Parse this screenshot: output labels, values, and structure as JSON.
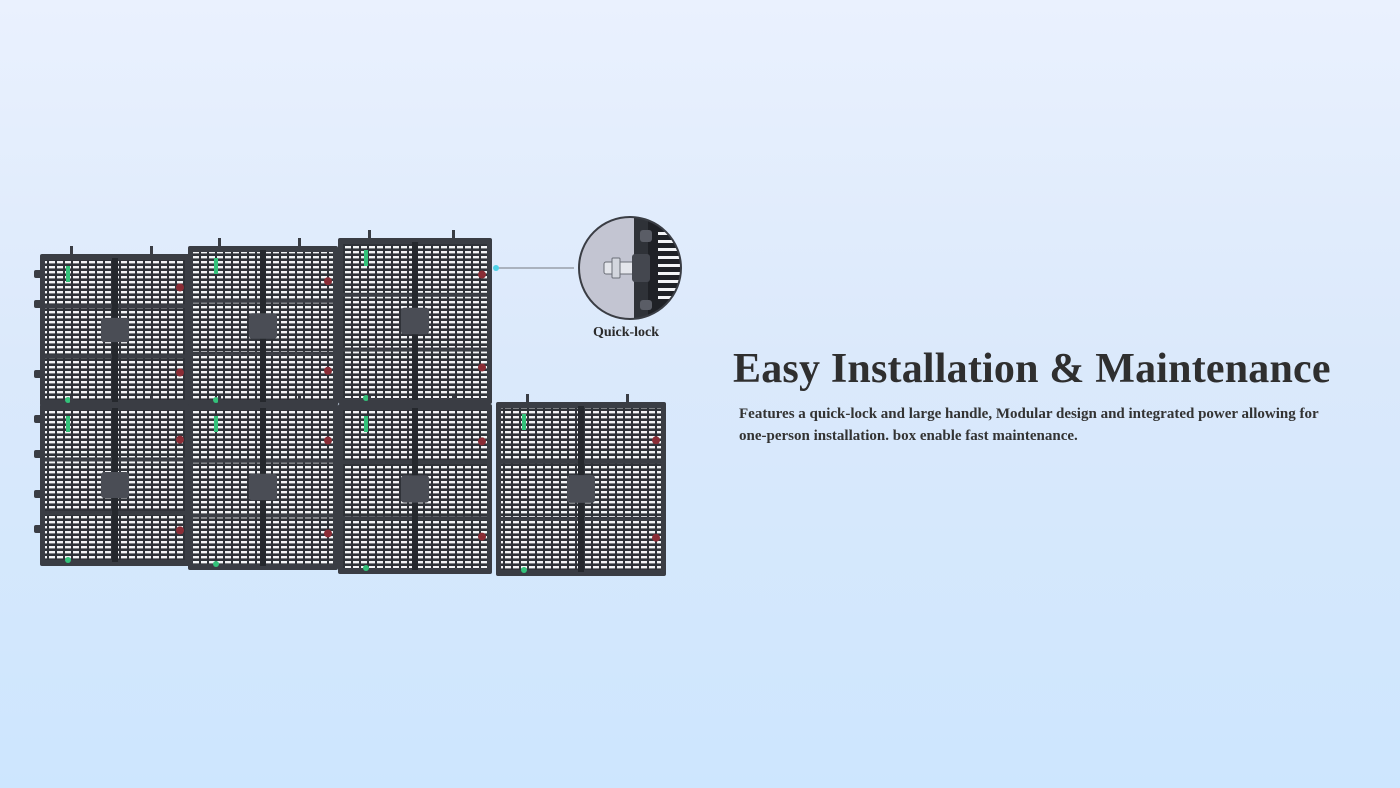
{
  "feature": {
    "title": "Easy Installation & Maintenance",
    "description": "Features a quick-lock and large handle, Modular design and integrated power allowing for one-person installation. box enable fast maintenance."
  },
  "callout": {
    "label": "Quick-lock"
  },
  "colors": {
    "panel_frame": "#3a3d44",
    "panel_module": "#ffffff",
    "lock_accent": "#8a2c35",
    "led_indicator": "#33c27a",
    "callout_line": "#8b8f99",
    "callout_dot": "#4fd1e6"
  }
}
